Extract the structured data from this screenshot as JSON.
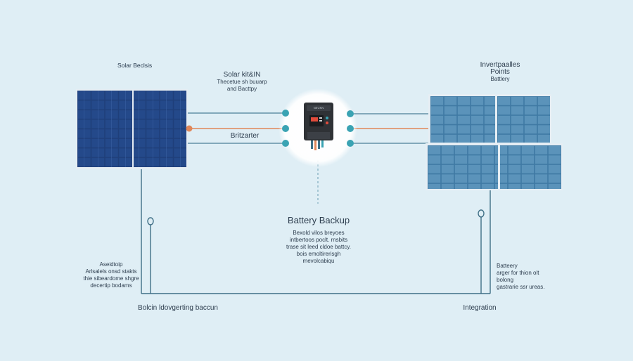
{
  "colors": {
    "background": "#dfeef5",
    "wire": "#3f6f86",
    "wire_dashed": "#6b9db3",
    "accent_orange": "#e0875a",
    "node_teal": "#3aa3b3",
    "panel_dark": "#1f3f7a",
    "panel_light": "#4f86ad",
    "inverter_body": "#2f3236",
    "display_red": "#e14b3b"
  },
  "labels": {
    "solar_left_title": "Solar Beclsis",
    "right_title_1": "Invertpaalles Points",
    "right_title_2": "Battlery",
    "top_mid_1": "Solar kit&IN",
    "top_mid_2": "Thecetue sh buuarp",
    "top_mid_3": "and Bacttpy",
    "inverter_line": "Britzarter",
    "inverter_badge": "NE'ZKN",
    "battery_title": "Battery Backup",
    "battery_desc_1": "Bexold vilos breyoes",
    "battery_desc_2": "intbertoos poclt. rnsbits",
    "battery_desc_3": "trase sit leed cldoe battcy.",
    "battery_desc_4": "bois emoltirerisgh",
    "battery_desc_5": "mevolcabiqu",
    "left_note_title": "Aseidtoip",
    "left_note_1": "Arlsalels onsd stakts",
    "left_note_2": "thie sibeardome shgre",
    "left_note_3": "decertip bodams",
    "right_note_title": "Batteery",
    "right_note_1": "arger for thion olt bolong",
    "right_note_2": "gastrarie ssr ureas.",
    "bottom_left": "Bolcin ldovgerting baccun",
    "bottom_right": "Integration"
  }
}
